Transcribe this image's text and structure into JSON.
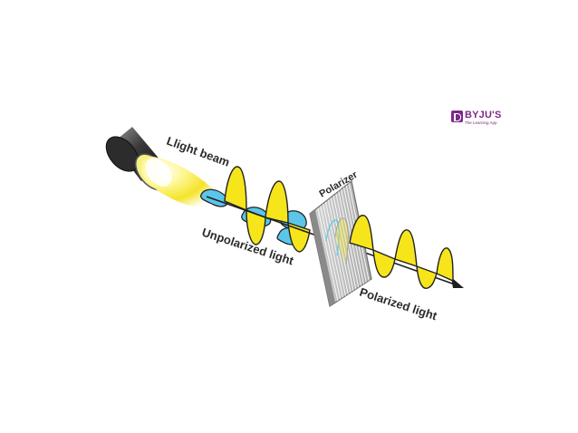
{
  "labels": {
    "light_beam": "Llight beam",
    "polarizer": "Polarizer",
    "unpolarized_light": "Unpolarized light",
    "polarized_light": "Polarized light"
  },
  "logo": {
    "name": "BYJU'S",
    "tagline": "The Learning App"
  },
  "colors": {
    "wave_vertical": "#f7e51c",
    "wave_horizontal": "#5bc6ea",
    "wave_outline": "#222222",
    "beam_glow": "#fff36a",
    "polarizer_panel": "#b8b8b8",
    "brand": "#7b2a86"
  }
}
